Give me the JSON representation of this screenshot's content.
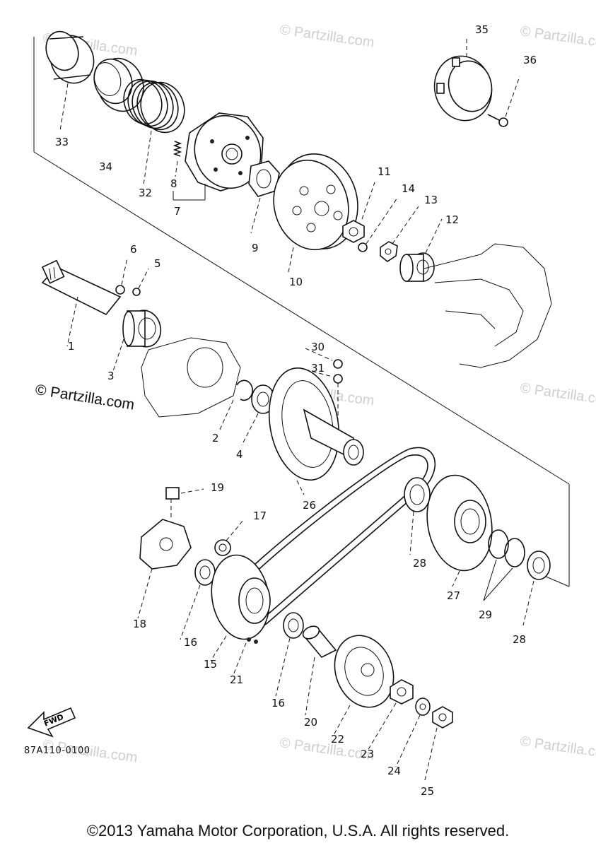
{
  "watermark_text": "© Partzilla.com",
  "credit_text": "© Partzilla.com",
  "diagram_code": "87A110-0100",
  "copyright": "©2013 Yamaha Motor Corporation, U.S.A. All rights reserved.",
  "fwd_label": "FWD",
  "callouts": [
    "1",
    "2",
    "3",
    "4",
    "5",
    "6",
    "7",
    "8",
    "9",
    "10",
    "11",
    "12",
    "13",
    "14",
    "15",
    "16",
    "16",
    "17",
    "18",
    "19",
    "20",
    "21",
    "22",
    "23",
    "24",
    "25",
    "26",
    "27",
    "28",
    "28",
    "29",
    "30",
    "31",
    "32",
    "33",
    "34",
    "35",
    "36"
  ]
}
